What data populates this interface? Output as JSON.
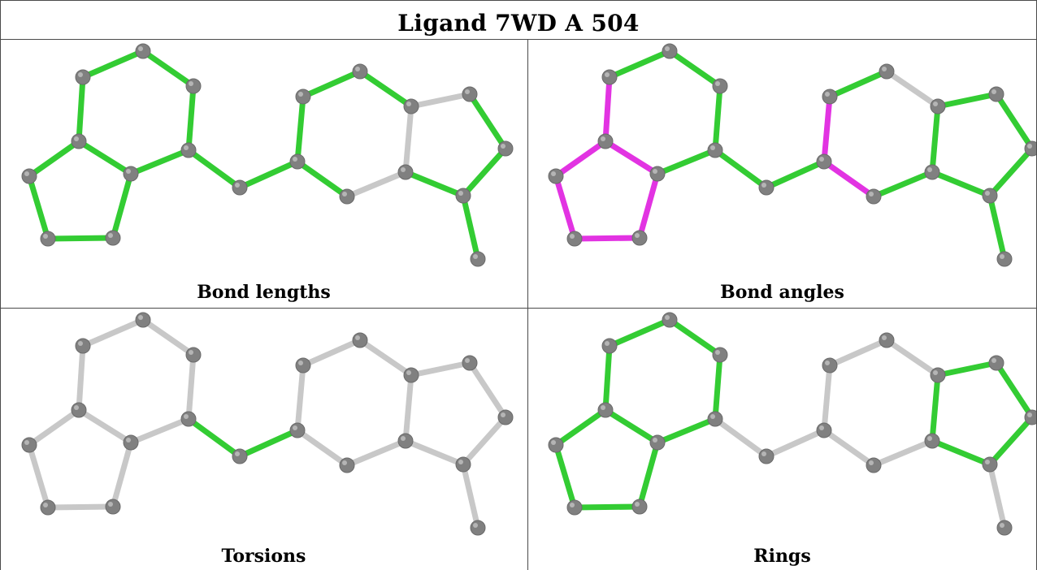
{
  "title": "Ligand 7WD A 504",
  "colors": {
    "atom": "#808080",
    "bond_default": "#c8c8c8",
    "bond_green": "#33cc33",
    "bond_magenta": "#e233e2"
  },
  "panels": [
    {
      "caption": "Bond lengths",
      "highlights": [
        {
          "bonds": [
            0,
            1,
            2,
            3,
            4,
            5,
            6,
            7,
            8,
            9,
            10,
            11,
            12,
            13,
            14,
            15,
            16,
            17,
            19,
            21,
            22,
            24,
            25
          ],
          "color": "green"
        }
      ]
    },
    {
      "caption": "Bond angles",
      "highlights": [
        {
          "bonds": [
            0,
            1,
            2,
            3,
            4,
            5,
            7,
            8,
            9,
            11,
            13,
            14,
            17,
            18,
            19,
            20,
            21,
            22,
            23,
            24,
            25
          ],
          "color": "green"
        },
        {
          "bonds": [
            2,
            5,
            6,
            7,
            8,
            9,
            13,
            14,
            15
          ],
          "color": "magenta"
        }
      ]
    },
    {
      "caption": "Torsions",
      "highlights": [
        {
          "bonds": [
            10,
            11
          ],
          "color": "green"
        }
      ]
    },
    {
      "caption": "Rings",
      "highlights": [
        {
          "bonds": [
            0,
            1,
            2,
            3,
            4,
            5,
            6,
            7,
            8,
            9,
            19,
            20,
            21,
            22,
            23
          ],
          "color": "green"
        }
      ]
    }
  ]
}
